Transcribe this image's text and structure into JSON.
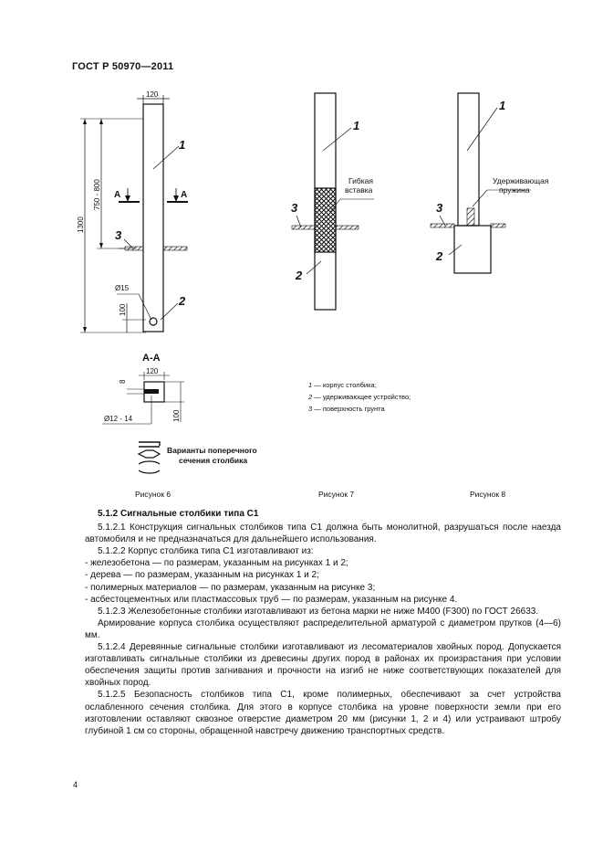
{
  "header": "ГОСТ Р 50970—2011",
  "figures": {
    "fig6": {
      "caption": "Рисунок 6",
      "dim_width": "120",
      "dim_total": "1300",
      "dim_mid": "750 - 800",
      "dim_bottom": "100",
      "hole_label": "Ø15",
      "section_mark": "A",
      "section_title": "A-A",
      "sec_width": "120",
      "sec_small": "8",
      "sec_height": "100",
      "sec_bar": "Ø12 - 14",
      "callout_1": "1",
      "callout_2": "2",
      "callout_3": "3",
      "variants_label_1": "Варианты поперечного",
      "variants_label_2": "сечения столбика"
    },
    "fig7": {
      "caption": "Рисунок 7",
      "insert_label_1": "Гибкая",
      "insert_label_2": "вставка",
      "callout_1": "1",
      "callout_2": "2",
      "callout_3": "3"
    },
    "fig8": {
      "caption": "Рисунок 8",
      "spring_label_1": "Удерживающая",
      "spring_label_2": "пружина",
      "callout_1": "1",
      "callout_2": "2",
      "callout_3": "3"
    },
    "legend": [
      {
        "num": "1",
        "text": " — корпус столбика;"
      },
      {
        "num": "2",
        "text": " — удерживающее устройство;"
      },
      {
        "num": "3",
        "text": " — поверхность грунта"
      }
    ]
  },
  "section_heading": "5.1.2  Сигнальные столбики типа С1",
  "paragraphs": [
    "5.1.2.1  Конструкция сигнальных столбиков типа С1 должна быть монолитной, разрушаться после наезда автомобиля и не предназначаться для дальнейшего использования.",
    "5.1.2.2  Корпус столбика типа С1 изготавливают из:",
    "- железобетона — по размерам, указанным на рисунках 1 и 2;",
    "- дерева — по размерам, указанным на рисунках 1 и 2;",
    "- полимерных материалов — по размерам, указанным на рисунке 3;",
    "- асбестоцементных или пластмассовых труб — по размерам, указанным на рисунке 4.",
    "5.1.2.3  Железобетонные столбики изготавливают из бетона марки не ниже М400 (F300) по ГОСТ 26633.",
    "Армирование корпуса столбика осуществляют распределительной арматурой с диаметром прутков (4—6) мм.",
    "5.1.2.4  Деревянные сигнальные столбики изготавливают из лесоматериалов хвойных пород. Допускается изготавливать сигнальные столбики из древесины других пород в районах их произрастания при условии обеспечения защиты против загнивания и прочности на изгиб не ниже соответствующих показателей для хвойных пород.",
    "5.1.2.5  Безопасность столбиков типа С1, кроме полимерных, обеспечивают за счет устройства ослабленного сечения столбика. Для этого в корпусе столбика на уровне поверхности земли при его изготовлении оставляют сквозное отверстие диаметром 20 мм (рисунки 1, 2 и 4) или устраивают штробу глубиной 1 см со стороны, обращенной навстречу движению транспортных средств."
  ],
  "page_number": "4"
}
